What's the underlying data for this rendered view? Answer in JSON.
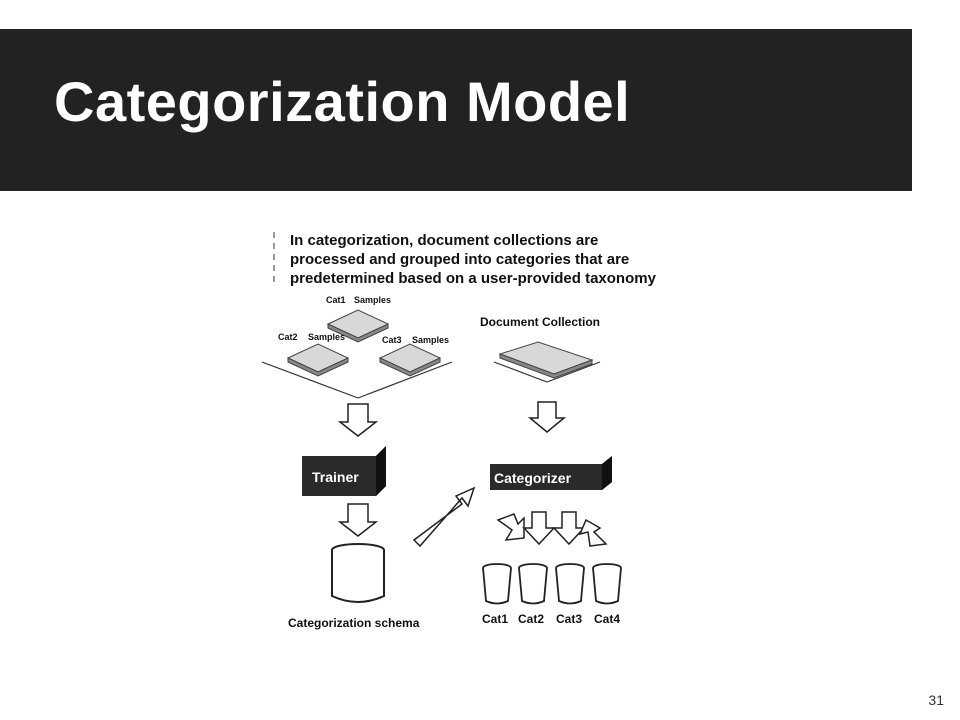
{
  "slide": {
    "title": "Categorization Model",
    "page_number": "31"
  },
  "diagram": {
    "intro_lines": [
      "In categorization, document collections are",
      "processed and grouped into categories that are",
      "predetermined based on a user-provided taxonomy"
    ],
    "samples": {
      "cat1": "Cat1",
      "cat2": "Cat2",
      "cat3": "Cat3",
      "samples_word": "Samples"
    },
    "document_collection": "Document Collection",
    "trainer": "Trainer",
    "categorizer": "Categorizer",
    "schema": "Categorization schema",
    "categories": [
      "Cat1",
      "Cat2",
      "Cat3",
      "Cat4"
    ],
    "colors": {
      "title_bar": "#222222",
      "box_fill": "#2a2a2a"
    }
  }
}
